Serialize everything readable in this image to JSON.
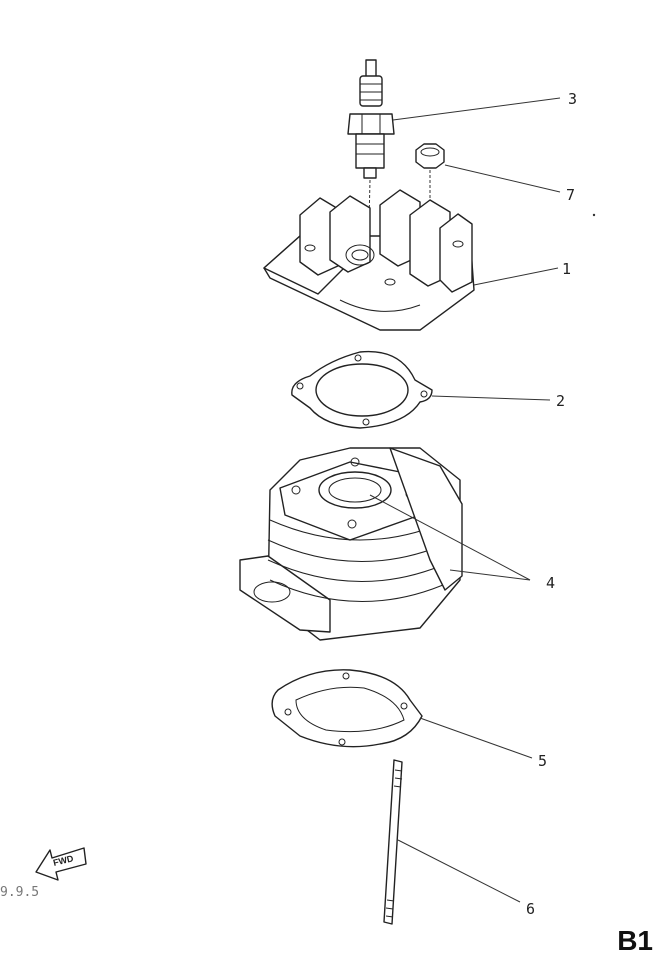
{
  "callouts": [
    {
      "id": "spark-plug",
      "label": "3"
    },
    {
      "id": "nut",
      "label": "7"
    },
    {
      "id": "cylinder-head",
      "label": "1"
    },
    {
      "id": "head-gasket",
      "label": "2"
    },
    {
      "id": "cylinder",
      "label": "4"
    },
    {
      "id": "base-gasket",
      "label": "5"
    },
    {
      "id": "stud-bolt",
      "label": "6"
    }
  ],
  "fwd_label": "FWD",
  "side_code": "9.9.5",
  "corner_code": "B1"
}
